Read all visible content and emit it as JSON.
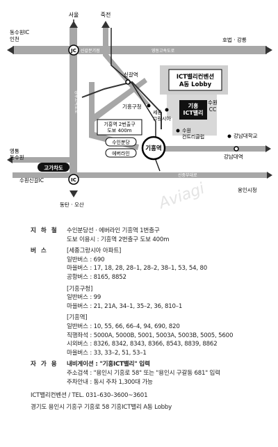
{
  "map": {
    "labels": {
      "seoul": "서울",
      "suwon_up": "수원",
      "juksan": "죽전",
      "dongsuwon": "동수원IC",
      "incheon": "인천",
      "hobeop": "호법 · 강릉",
      "jc": "JC",
      "singal_jc": "신갈분기점",
      "yeongdong_hwy": "영동고속도로",
      "gyeongbu_hwy": "경부고속도로",
      "singal_station": "신갈역",
      "giheung_gu": "기흥구청",
      "sejong": "세종\n그랑시아",
      "suwon_cc": "수원\nCC",
      "giheung_exit2": "기흥역 2번출구\n도보 400m",
      "suin_line": "수인분당",
      "everline": "에버라인",
      "giheung_station": "기흥역",
      "suwon_cc_club": "수원\n컨트리클럽",
      "gangnam_univ": "강남대학교",
      "gangnam_station": "강남대역",
      "yeongtong": "영통\n동수원",
      "gogachado": "고가차도",
      "suwon_singal_ic": "수원신갈IC",
      "ic": "IC",
      "singal_ro": "신중부대로",
      "yongin": "용인시청",
      "dongtan": "동탄 · 오산",
      "callout": "ICT밸리컨벤션\nA동 Lobby",
      "building": "기흥\nICT밸리",
      "watermark": "Aviagi"
    }
  },
  "info": {
    "subway": {
      "label": "지 하 철",
      "lines": [
        "수인분당선 · 에버라인 기흥역 1번출구",
        "도보 이용시 : 기흥역 2번출구 도보 400m"
      ]
    },
    "bus": {
      "label": "버   스",
      "lines": [
        "[세종그랑시아 아파트]",
        "일반버스 : 690",
        "마을버스 : 17, 18, 28, 28–1, 28–2, 38–1, 53, 54, 80",
        "공항버스 : 8165, 8852",
        "[기흥구청]",
        "일반버스 : 99",
        "마을버스 : 21, 21A, 34–1, 35–2, 36, 810–1",
        "[기흥역]",
        "일반버스 : 10, 55, 66, 66–4, 94, 690, 820",
        "직행좌석 : 5000A, 5000B, 5001, 5003A, 5003B, 5005, 5600",
        "시외버스 : 8326, 8342, 8343, 8366, 8543, 8839, 8862",
        "마을버스 : 33, 33–2, 51, 53–1"
      ]
    },
    "car": {
      "label": "자 가 용",
      "title": "내비게이션 : \"기흥ICT밸리\" 입력",
      "lines": [
        "주소검색 : \"용인시 기흥로 58\" 또는 \"용인시 구갈동 681\" 입력",
        "주차안내 : 동시 주차 1,300대 가능"
      ]
    },
    "contact": {
      "tel": "ICT밸리컨벤션 / TEL. 031–630–3600~3601",
      "address": "경기도 용인시 기흥구 기흥로 58 기흥ICT밸리 A동 Lobby"
    }
  }
}
